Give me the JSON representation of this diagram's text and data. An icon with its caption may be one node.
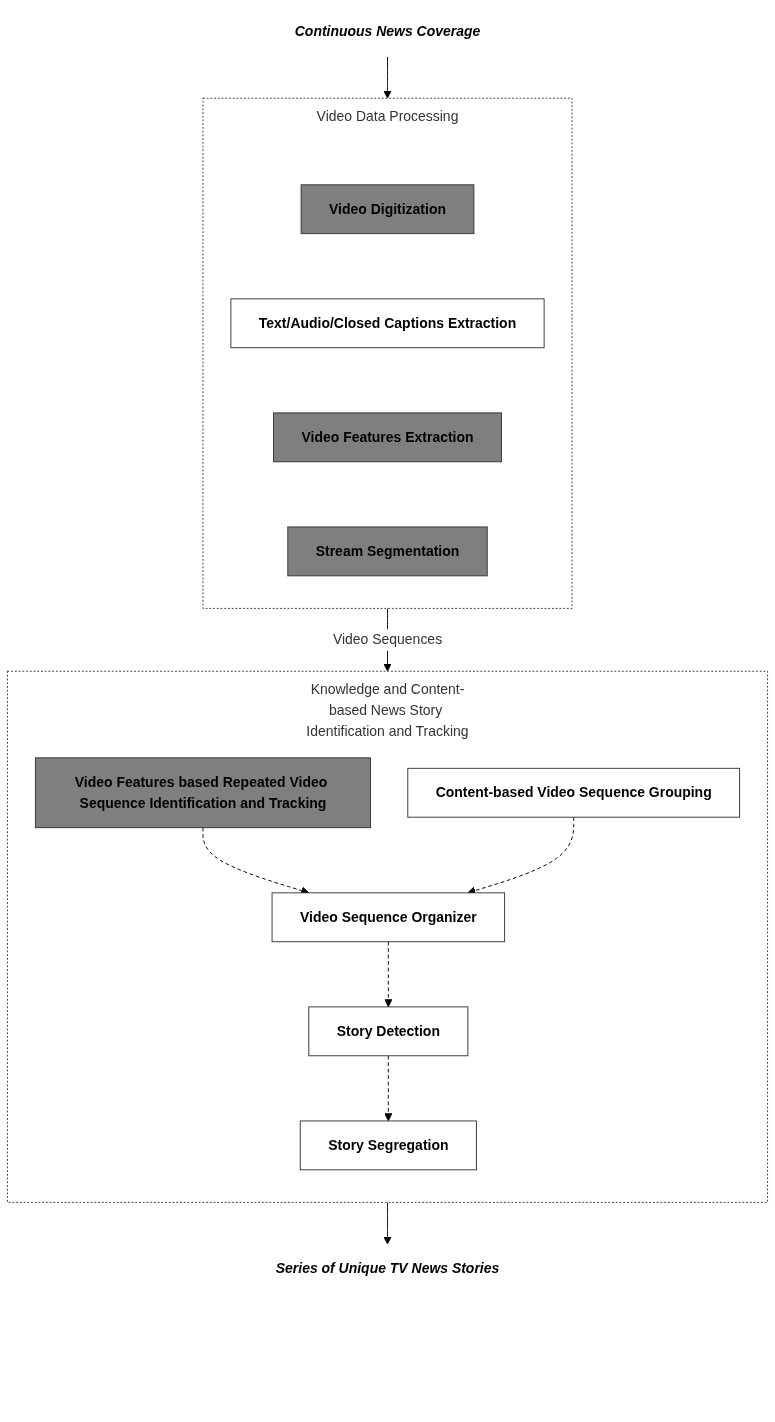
{
  "diagram": {
    "nodes": [
      {
        "text": [
          "Continuous News Coverage"
        ]
      },
      {
        "text": [
          "Video Data Processing"
        ]
      },
      {
        "text": [
          "Video Digitization"
        ],
        "in": 1
      },
      {
        "text": [
          "Text/Audio/Closed Captions Extraction"
        ],
        "in": 1
      },
      {
        "text": [
          "Video Features Extraction"
        ],
        "in": 1
      },
      {
        "text": [
          "Stream Segmentation"
        ],
        "in": 1
      },
      {
        "text": [
          "Knowledge and Content-based News Story Identification and Tracking"
        ]
      },
      {
        "text": [
          "Video Features based Repeated Video Sequence Identification and Tracking"
        ],
        "in": 6
      },
      {
        "text": [
          "Content-based Video Sequence Grouping"
        ],
        "in": 6
      },
      {
        "text": [
          "Video Sequence Organizer"
        ],
        "in": 6
      },
      {
        "text": [
          "Story Detection"
        ],
        "in": 6
      },
      {
        "text": [
          "Story Segregation"
        ],
        "in": 6
      },
      {
        "text": [
          "Series of Unique TV News Stories"
        ]
      }
    ],
    "edges": [
      {
        "from": 0,
        "to": 1,
        "arrow": "to"
      },
      {
        "from": 1,
        "to": 6,
        "arrow": "to",
        "label": "Video Sequences"
      },
      {
        "from": 7,
        "to": 9,
        "arrow": "to",
        "style": "dashed"
      },
      {
        "from": 8,
        "to": 9,
        "arrow": "to",
        "style": "dashed"
      },
      {
        "from": 9,
        "to": 10,
        "arrow": "to",
        "style": "dashed"
      },
      {
        "from": 10,
        "to": 11,
        "arrow": "to",
        "style": "dashed"
      },
      {
        "from": 6,
        "to": 12,
        "arrow": "to"
      }
    ]
  }
}
